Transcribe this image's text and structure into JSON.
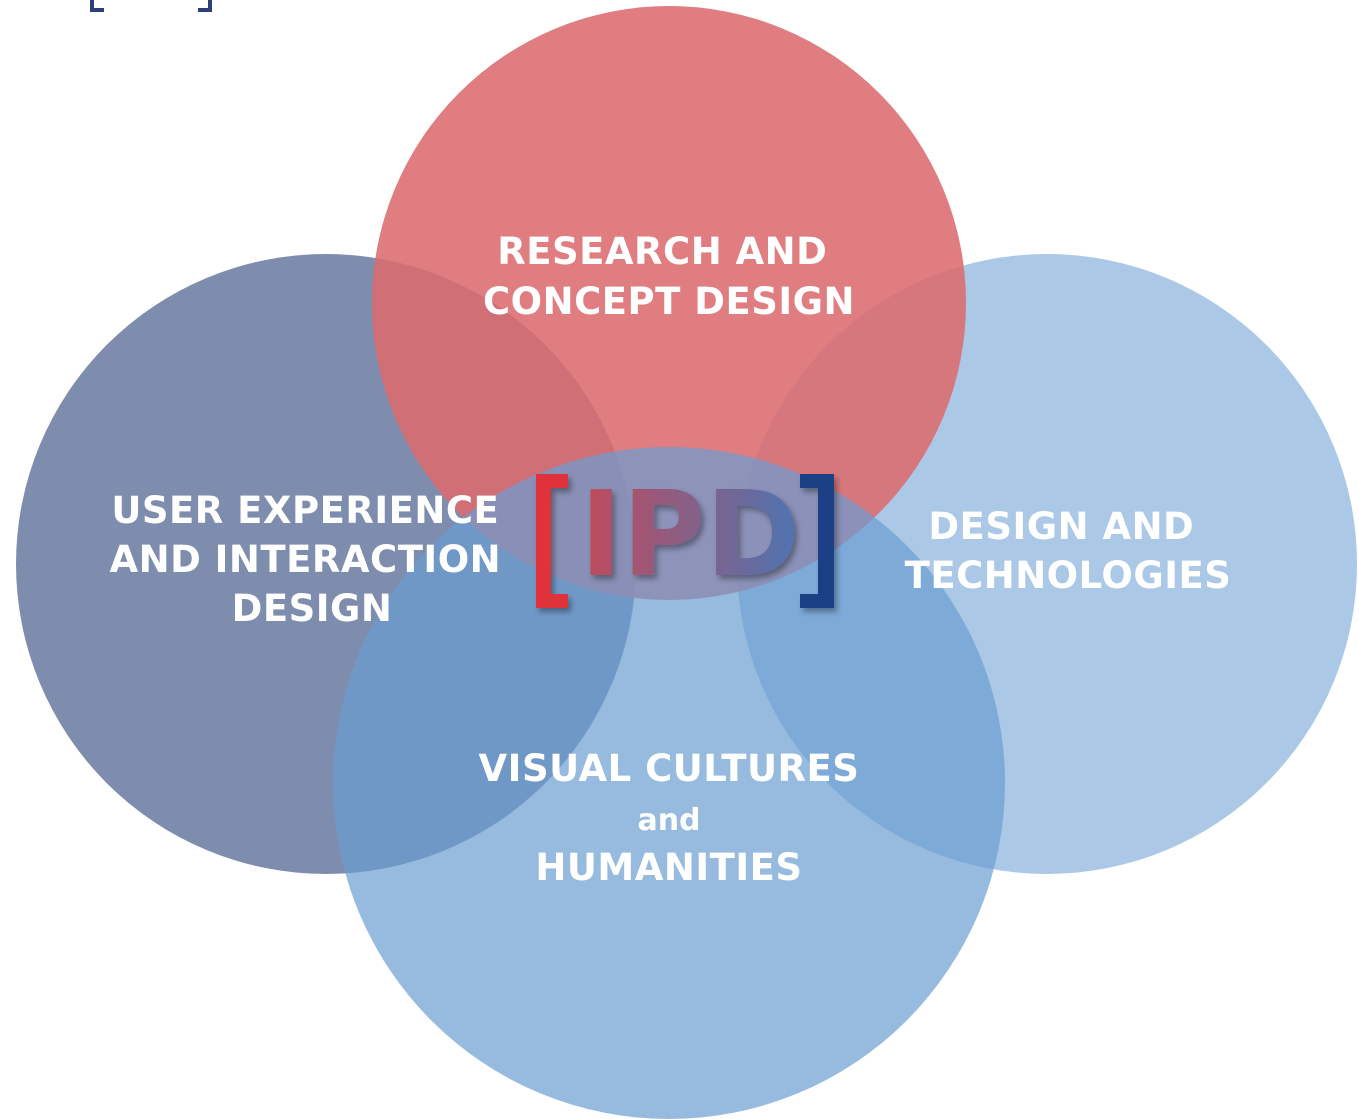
{
  "circles": {
    "research": {
      "lines": [
        "RESEARCH AND",
        "CONCEPT DESIGN"
      ],
      "color": "#dc6b6e",
      "opacity": 0.88
    },
    "ux": {
      "lines": [
        "USER EXPERIENCE",
        "AND INTERACTION",
        "DESIGN"
      ],
      "color": "#5e7199",
      "opacity": 0.8
    },
    "tech": {
      "lines": [
        "DESIGN AND",
        "TECHNOLOGIES"
      ],
      "color": "#8fb6df",
      "opacity": 0.75
    },
    "visual": {
      "lines": [
        "VISUAL CULTURES",
        "and",
        "HUMANITIES"
      ],
      "color": "#6b9dd1",
      "opacity": 0.7
    }
  },
  "logo": {
    "text": "IPD",
    "left_bracket_color": "#e0323a",
    "right_bracket_color": "#1f3f86",
    "gradient_start": "#c24a5a",
    "gradient_end": "#4d74b3"
  },
  "corner_mark_color": "#2e3f7a"
}
